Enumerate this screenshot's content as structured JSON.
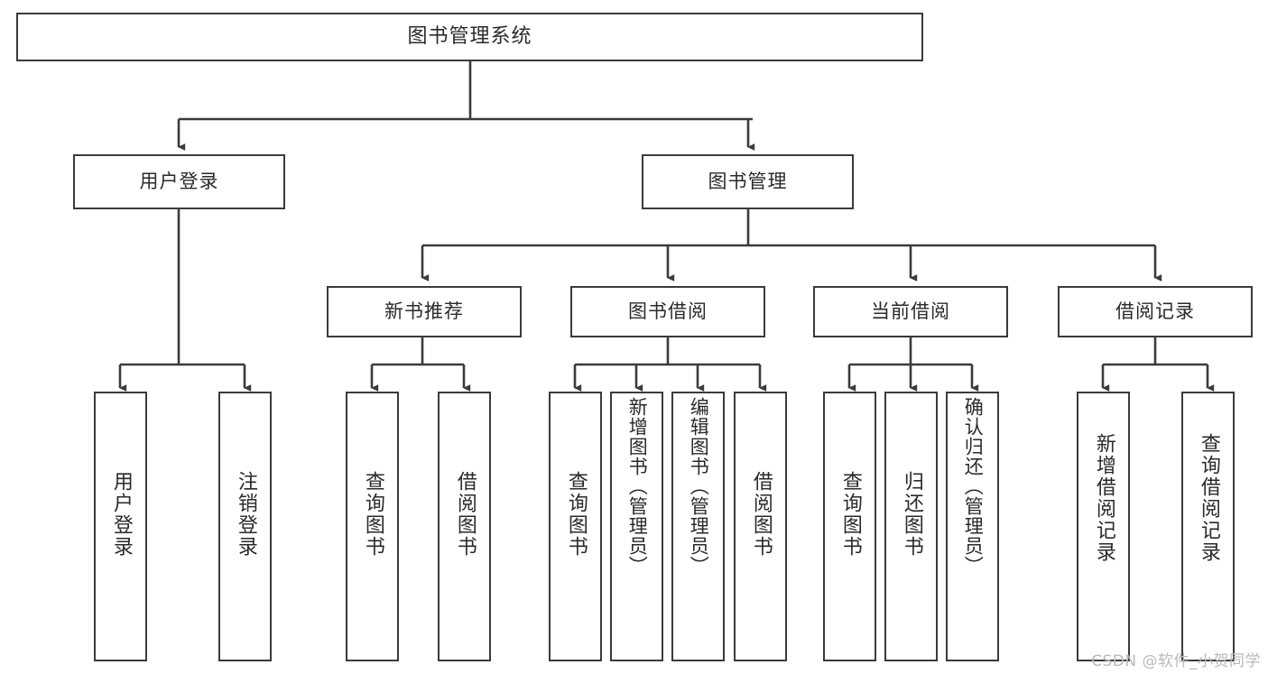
{
  "diagram": {
    "title": "图书管理系统",
    "type": "tree-hierarchy-chart",
    "orientation": "top-down",
    "levels": 4
  },
  "root": {
    "label": "图书管理系统"
  },
  "level2": [
    {
      "label": "用户登录"
    },
    {
      "label": "图书管理"
    }
  ],
  "level3": [
    {
      "label": "新书推荐"
    },
    {
      "label": "图书借阅"
    },
    {
      "label": "当前借阅"
    },
    {
      "label": "借阅记录"
    }
  ],
  "leaves": {
    "user_login": [
      {
        "label": "用户登录"
      },
      {
        "label": "注销登录"
      }
    ],
    "new_book_recommend": [
      {
        "label": "查询图书"
      },
      {
        "label": "借阅图书"
      }
    ],
    "book_borrow": [
      {
        "label": "查询图书"
      },
      {
        "label": "新增图书（管理员）"
      },
      {
        "label": "编辑图书（管理员）"
      },
      {
        "label": "借阅图书"
      }
    ],
    "current_borrow": [
      {
        "label": "查询图书"
      },
      {
        "label": "归还图书"
      },
      {
        "label": "确认归还（管理员）"
      }
    ],
    "borrow_record": [
      {
        "label": "新增借阅记录"
      },
      {
        "label": "查询借阅记录"
      }
    ]
  },
  "watermark": {
    "text": "CSDN @软件_小贺同学"
  },
  "colors": {
    "stroke": "#3b3b3b",
    "fill": "#ffffff",
    "text": "#2a2a2a",
    "watermark": "#b9b9b9"
  }
}
